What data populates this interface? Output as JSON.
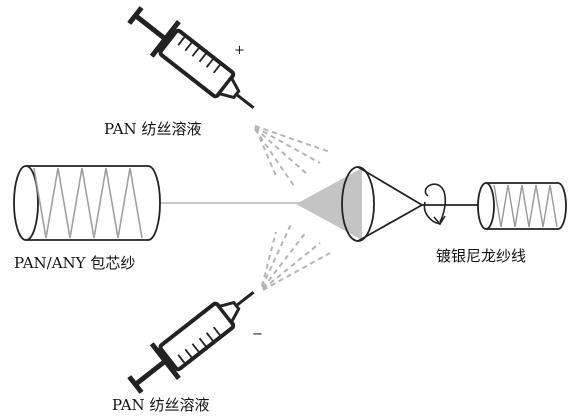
{
  "labels": {
    "top_solution": "PAN 纺丝溶液",
    "bottom_solution": "PAN 纺丝溶液",
    "core_yarn": "PAN/ANY 包芯纱",
    "nylon_yarn": "镀银尼龙纱线",
    "positive_sign": "+",
    "negative_sign": "−"
  },
  "colors": {
    "stroke": "#222222",
    "spray": "#b8b8b8",
    "cone": "#bdbdbd",
    "yarn_line": "#c8c8c8",
    "coil": "#999999"
  },
  "icons": {
    "top_syringe": "syringe-icon",
    "bottom_syringe": "syringe-icon",
    "rotation": "rotation-arrow-icon"
  }
}
